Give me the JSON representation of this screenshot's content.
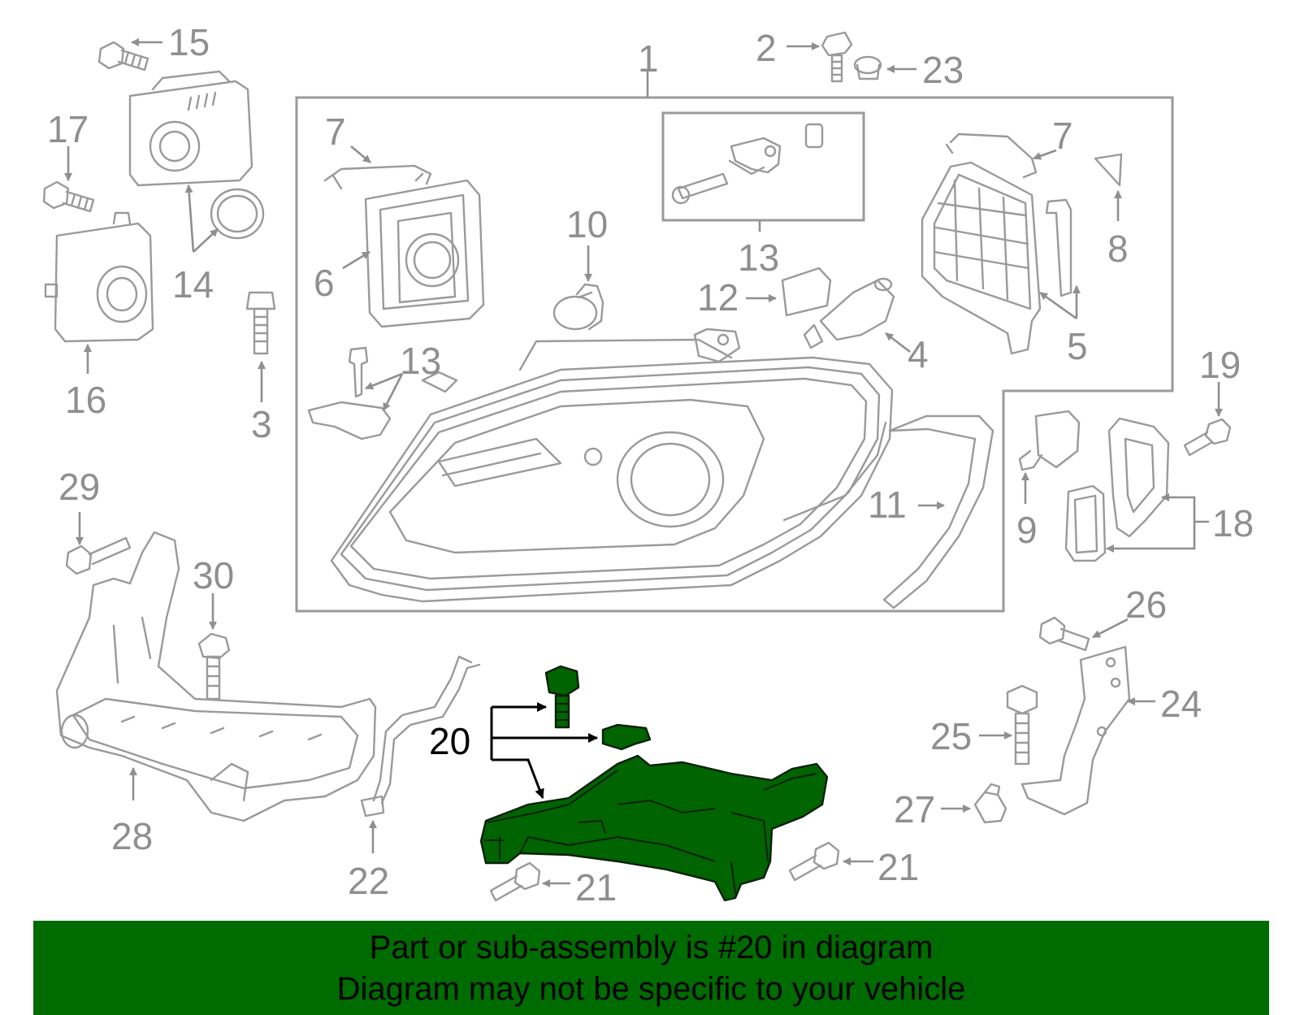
{
  "callouts": {
    "c1": "1",
    "c2": "2",
    "c3": "3",
    "c4": "4",
    "c5": "5",
    "c6": "6",
    "c7a": "7",
    "c7b": "7",
    "c8": "8",
    "c9": "9",
    "c10": "10",
    "c11": "11",
    "c12": "12",
    "c13a": "13",
    "c13b": "13",
    "c14": "14",
    "c15": "15",
    "c16": "16",
    "c17": "17",
    "c18": "18",
    "c19": "19",
    "c20": "20",
    "c21a": "21",
    "c21b": "21",
    "c22": "22",
    "c23": "23",
    "c24": "24",
    "c25": "25",
    "c26": "26",
    "c27": "27",
    "c28": "28",
    "c29": "29",
    "c30": "30"
  },
  "banner": {
    "line1": "Part or sub-assembly is #20 in diagram",
    "line2": "Diagram may not be specific to your vehicle"
  },
  "colors": {
    "highlight": "#006400",
    "banner": "#006b00",
    "line_art": "#9a9a9a"
  },
  "highlighted_part": "20"
}
